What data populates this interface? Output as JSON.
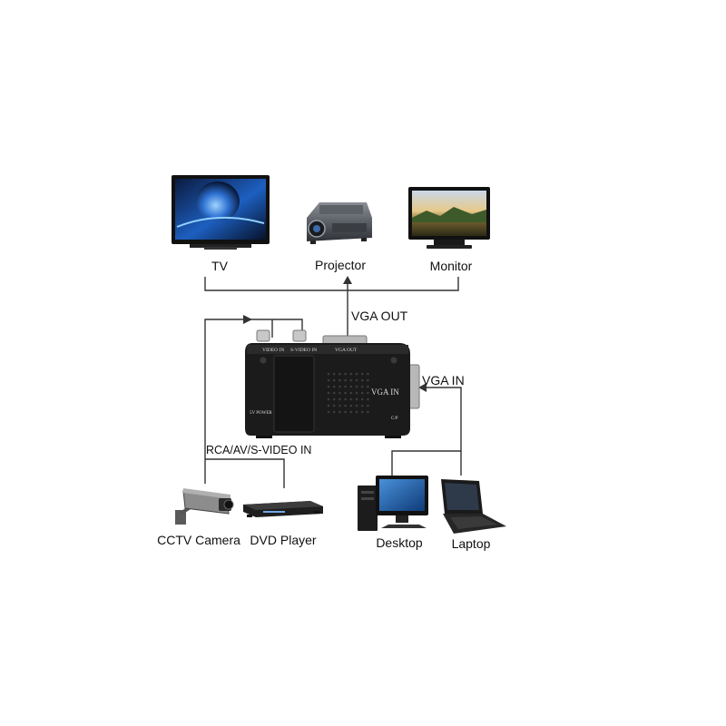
{
  "outputs": [
    {
      "label": "TV",
      "icon": "tv-icon"
    },
    {
      "label": "Projector",
      "icon": "projector-icon"
    },
    {
      "label": "Monitor",
      "icon": "monitor-icon"
    }
  ],
  "inputs_left": [
    {
      "label": "CCTV Camera",
      "icon": "cctv-camera-icon"
    },
    {
      "label": "DVD Player",
      "icon": "dvd-player-icon"
    }
  ],
  "inputs_right": [
    {
      "label": "Desktop",
      "icon": "desktop-computer-icon"
    },
    {
      "label": "Laptop",
      "icon": "laptop-icon"
    }
  ],
  "connections": {
    "vga_out": "VGA OUT",
    "vga_in": "VGA IN",
    "video_in": "RCA/AV/S-VIDEO IN"
  },
  "converter": {
    "port_video_in": "VIDEO IN",
    "port_svideo_in": "S-VIDEO IN",
    "port_vga_out": "VGA   OUT",
    "face_label": "VGA IN",
    "power_label": "5V POWER",
    "switch_label": "C/P"
  },
  "colors": {
    "line": "#333333",
    "device_body": "#1b1b1b",
    "screen_blue": "#1f4fa0"
  }
}
